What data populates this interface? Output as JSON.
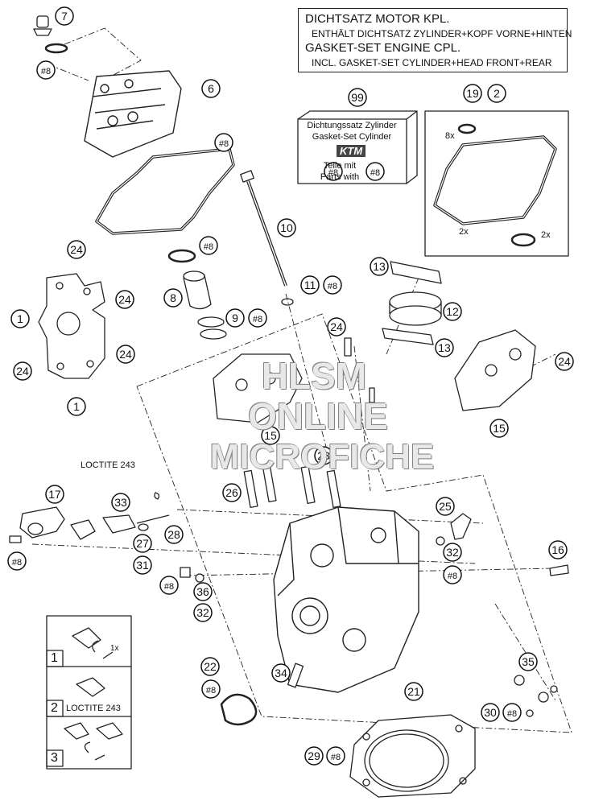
{
  "info_box": {
    "line1": "DICHTSATZ MOTOR KPL.",
    "line2": "ENTHÄLT DICHTSATZ ZYLINDER+KOPF VORNE+HINTEN",
    "line3": "GASKET-SET ENGINE CPL.",
    "line4": "INCL. GASKET-SET CYLINDER+HEAD FRONT+REAR"
  },
  "gasket_set_box": {
    "line1": "Dichtungssatz Zylinder",
    "line2": "Gasket-Set Cylinder",
    "brand": "KTM",
    "line3": "Teile mit",
    "line4": "Parts with"
  },
  "loctite_label": "LOCTITE 243",
  "inset": {
    "steps": [
      "1",
      "2",
      "3"
    ],
    "step2_text": "LOCTITE 243",
    "step1_qty": "1x"
  },
  "qty_labels": {
    "q8x": "8x",
    "q2x_a": "2x",
    "q2x_b": "2x"
  },
  "watermark": [
    "HLSM",
    "ONLINE",
    "MICROFICHE"
  ],
  "callouts": [
    "7",
    "#8",
    "6",
    "#8",
    "99",
    "#8",
    "2",
    "10",
    "#8",
    "8",
    "9",
    "#8",
    "11",
    "#8",
    "13",
    "12",
    "13",
    "24",
    "24",
    "1",
    "24",
    "24",
    "1",
    "24",
    "24",
    "15",
    "15",
    "23",
    "26",
    "25",
    "16",
    "17",
    "33",
    "28",
    "27",
    "31",
    "#8",
    "36",
    "32",
    "#8",
    "32",
    "#8",
    "34",
    "21",
    "22",
    "#8",
    "35",
    "30",
    "#8",
    "29",
    "#8",
    "19",
    "#8"
  ]
}
